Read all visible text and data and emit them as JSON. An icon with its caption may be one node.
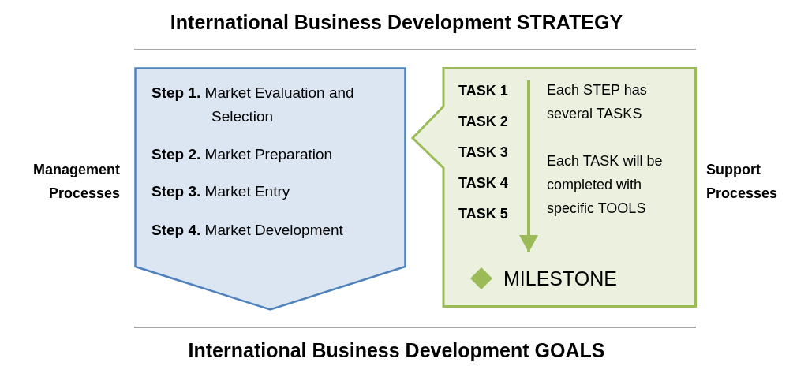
{
  "diagram": {
    "title": "International Business Development STRATEGY",
    "caption": "International Business Development GOALS",
    "nodes": [
      {
        "text": [
          "**Step 1.** Market Evaluation and Selection",
          "**Step 2.** Market Preparation",
          "**Step 3.** Market Entry",
          "**Step 4.** Market Development"
        ]
      },
      {
        "text": [
          "TASK 1",
          "TASK 2",
          "TASK 3",
          "TASK 4",
          "TASK 5",
          "Each STEP has several TASKS",
          "Each TASK will be completed with specific TOOLS"
        ]
      },
      {
        "text": [
          "MILESTONE"
        ],
        "in": 1
      }
    ],
    "edges": [
      {
        "from": null,
        "to": 2,
        "arrow": "to"
      }
    ],
    "labels": [
      "Management Processes",
      "Support Processes"
    ]
  }
}
